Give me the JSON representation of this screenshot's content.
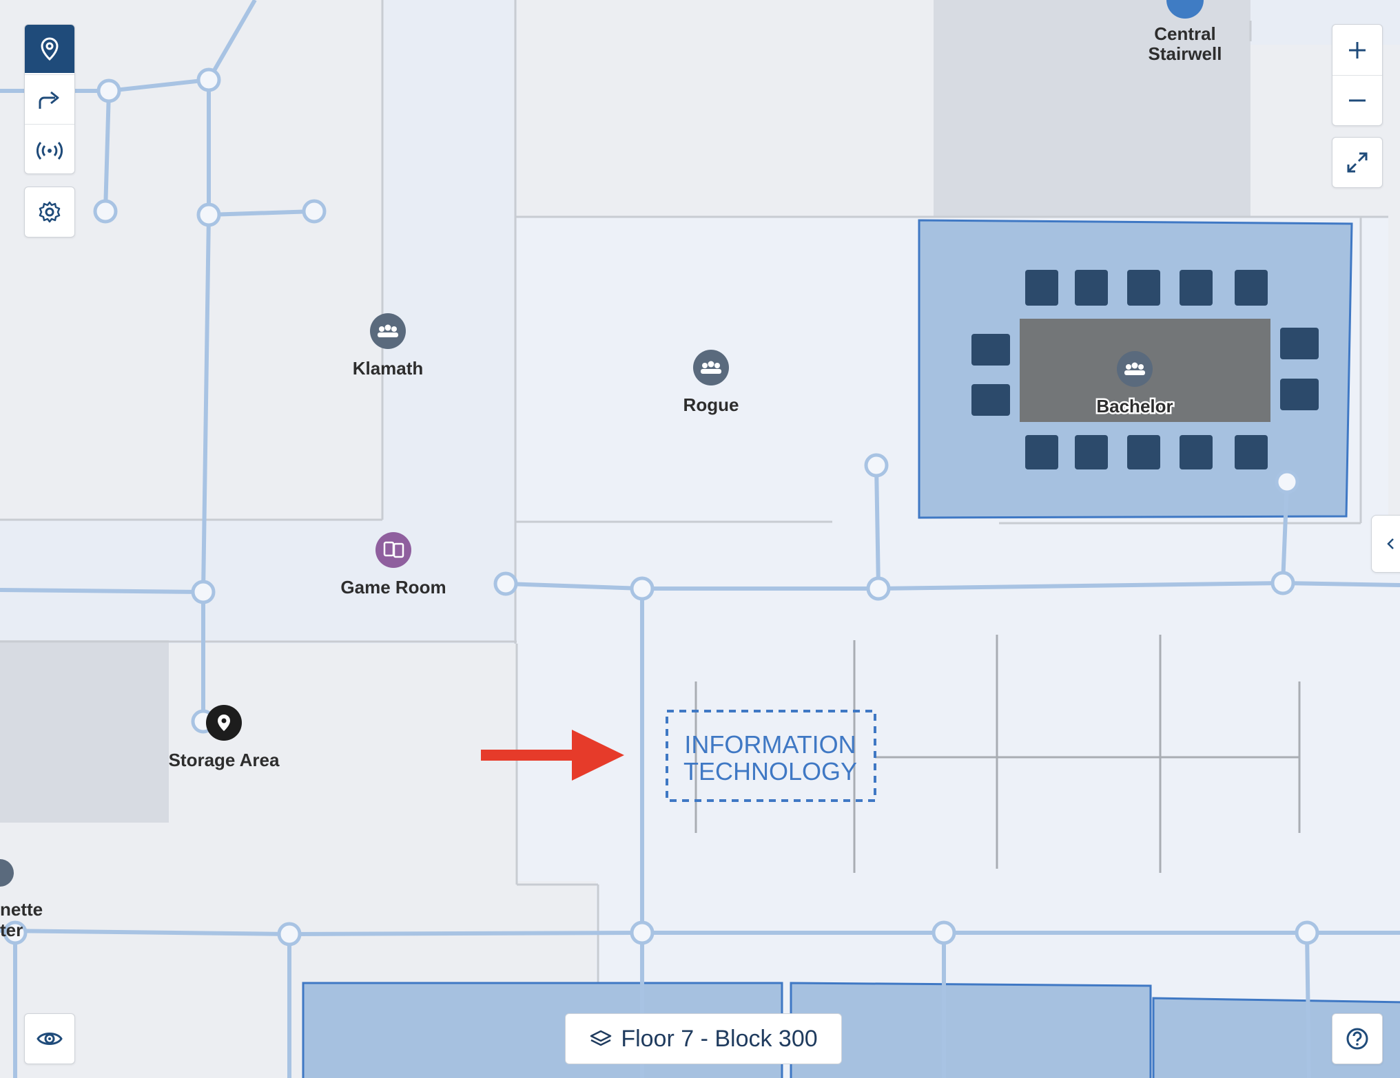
{
  "map": {
    "places": [
      {
        "name": "Central Stairwell",
        "lines": [
          "Central",
          "Stairwell"
        ]
      },
      {
        "name": "Klamath"
      },
      {
        "name": "Rogue"
      },
      {
        "name": "Bachelor"
      },
      {
        "name": "Game Room"
      },
      {
        "name": "Storage Area"
      },
      {
        "name": "nette ter",
        "lines": [
          "nette",
          "ter"
        ]
      }
    ],
    "highlight": {
      "lines": [
        "INFORMATION",
        "TECHNOLOGY"
      ]
    }
  },
  "toolbar": {
    "tools": [
      {
        "name": "location-tool",
        "icon": "map-pin-icon",
        "active": true
      },
      {
        "name": "directions-tool",
        "icon": "share-arrow-icon",
        "active": false
      },
      {
        "name": "signal-tool",
        "icon": "signal-icon",
        "active": false
      }
    ],
    "settings_icon": "gear-icon"
  },
  "zoom": {
    "in_icon": "plus-icon",
    "out_icon": "minus-icon",
    "fullscreen_icon": "expand-icon"
  },
  "side_panel": {
    "toggle_icon": "chevron-left-icon"
  },
  "view_toggle_icon": "eye-icon",
  "help_icon": "question-circle-icon",
  "floor_selector": {
    "label": "Floor 7 - Block 300",
    "icon": "layers-icon"
  },
  "colors": {
    "background": "#eceef2",
    "corridor": "#e8edf5",
    "room_light": "#edf1f8",
    "room_gray": "#d7dbe2",
    "room_highlight": "#a6c1e0",
    "room_highlight_border": "#3f78c4",
    "path": "#a8c3e3",
    "accent": "#1f4b7a",
    "arrow": "#e63b2a",
    "game_room": "#8f5f9e"
  }
}
